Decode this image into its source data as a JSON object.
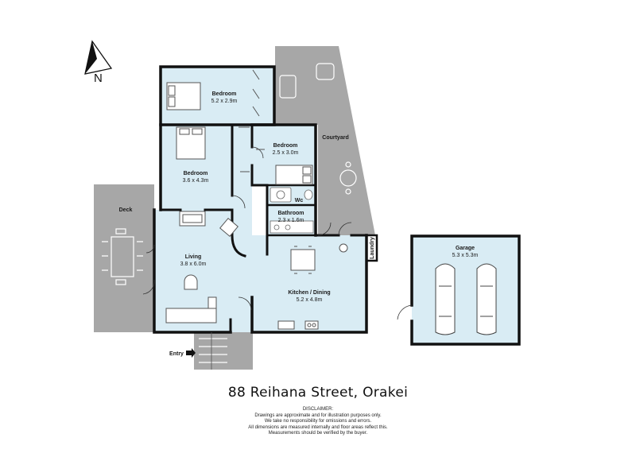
{
  "north": "N",
  "rooms": {
    "bedroom_top": {
      "name": "Bedroom",
      "dims": "5.2 x 2.9m"
    },
    "bedroom_mid": {
      "name": "Bedroom",
      "dims": "2.5 x 3.0m"
    },
    "bedroom_left": {
      "name": "Bedroom",
      "dims": "3.6 x 4.3m"
    },
    "wc": {
      "name": "Wc"
    },
    "bathroom": {
      "name": "Bathroom",
      "dims": "2.3 x 1.6m"
    },
    "living": {
      "name": "Living",
      "dims": "3.8 x 6.0m"
    },
    "kitchen": {
      "name": "Kitchen / Dining",
      "dims": "5.2 x 4.8m"
    },
    "garage": {
      "name": "Garage",
      "dims": "5.3 x 5.3m"
    }
  },
  "outdoor": {
    "courtyard": "Courtyard",
    "deck": "Deck",
    "laundry": "Laundry",
    "entry": "Entry"
  },
  "address": "88 Reihana Street, Orakei",
  "disclaimer": {
    "heading": "DISCLAIMER:",
    "lines": [
      "Drawings are approximate and for illustration purposes only.",
      "We take no responsibility for omissions and errors.",
      "All dimensions are measured internally and floor areas reflect this.",
      "Measurements should be verified by the buyer."
    ]
  },
  "colors": {
    "floor": "#d9ecf4",
    "outdoor": "#a7a7a7",
    "wall": "#111111",
    "fixture": "#8a8a8a"
  }
}
